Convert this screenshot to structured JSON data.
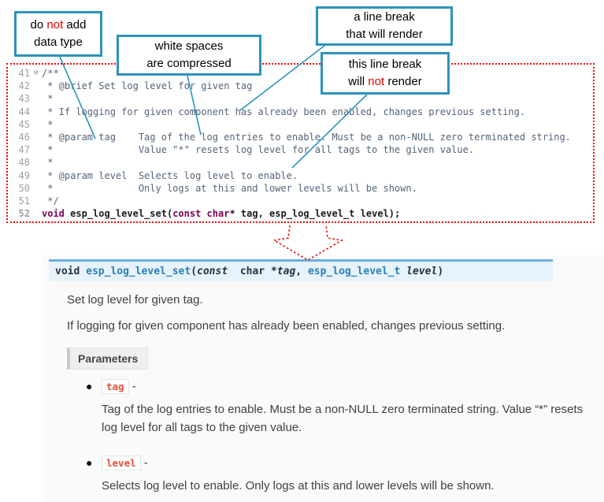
{
  "colors": {
    "callout_border": "#2d93bb",
    "highlight_red": "#e60000",
    "code_box_border": "#ff0000",
    "sig_top_border": "#6ab0de",
    "sig_background": "#e7f2fa",
    "link_blue": "#2980b9",
    "literal_red": "#e74c3c",
    "keyword_maroon": "#7f0055"
  },
  "callouts": {
    "c1": {
      "t1a": "do ",
      "t1b": "not",
      "t1c": " add",
      "t2": "data type"
    },
    "c2": {
      "t1": "white spaces",
      "t2": "are compressed"
    },
    "c3": {
      "t1": "a line break",
      "t2": "that will render"
    },
    "c4": {
      "t1": "this line break",
      "t2a": "will ",
      "t2b": "not",
      "t2c": " render"
    }
  },
  "editor": {
    "fold_icon": "⊖",
    "lines": [
      {
        "num": "41",
        "fold": "⊖",
        "text": "/**"
      },
      {
        "num": "42",
        "text": " * @brief Set log level for given tag"
      },
      {
        "num": "43",
        "text": " *"
      },
      {
        "num": "44",
        "text": " * If logging for given component has already been enabled, changes previous setting."
      },
      {
        "num": "45",
        "text": " *"
      },
      {
        "num": "46",
        "text": " * @param tag    Tag of the log entries to enable. Must be a non-NULL zero terminated string."
      },
      {
        "num": "47",
        "text": " *               Value \"*\" resets log level for all tags to the given value."
      },
      {
        "num": "48",
        "text": " *"
      },
      {
        "num": "49",
        "text": " * @param level  Selects log level to enable."
      },
      {
        "num": "50",
        "text": " *               Only logs at this and lower levels will be shown."
      },
      {
        "num": "51",
        "text": " */"
      }
    ],
    "line52": {
      "num": "52",
      "kw_void": "void ",
      "name": "esp_log_level_set",
      "p_open": "(",
      "kw_const": "const ",
      "kw_char": "char",
      "rest": "* tag, esp_log_level_t level);"
    }
  },
  "docs": {
    "sig": {
      "kw_void": "void ",
      "name": "esp_log_level_set",
      "p_open": "(",
      "kw_const": "const",
      "txt1": "  char *",
      "arg1": "tag",
      "comma": ", ",
      "type2": "esp_log_level_t ",
      "arg2": "level",
      "p_close": ")"
    },
    "p1": "Set log level for given tag.",
    "p2": "If logging for given component has already been enabled, changes previous setting.",
    "params_label": "Parameters",
    "params": [
      {
        "name": "tag",
        "dash": " - ",
        "desc": "Tag of the log entries to enable. Must be a non-NULL zero terminated string. Value “*” resets log level for all tags to the given value."
      },
      {
        "name": "level",
        "dash": " - ",
        "desc": "Selects log level to enable. Only logs at this and lower levels will be shown."
      }
    ]
  }
}
